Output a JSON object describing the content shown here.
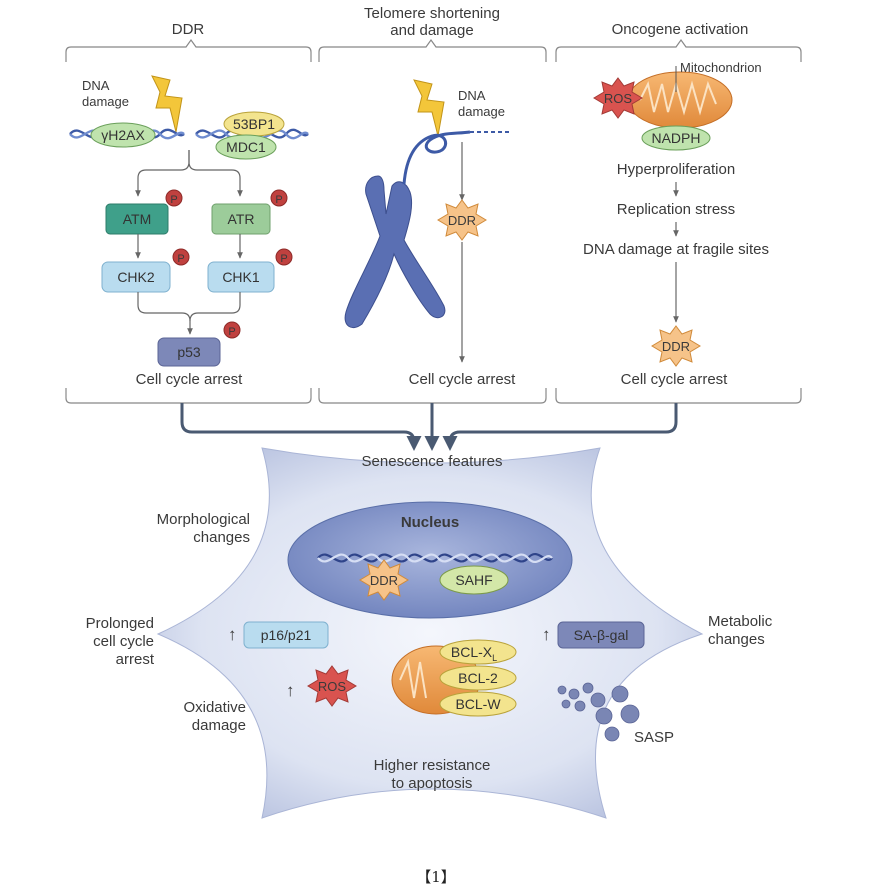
{
  "panels": {
    "ddr": {
      "title": "DDR",
      "dna_damage": [
        "DNA",
        "damage"
      ],
      "nodes": {
        "gh2ax": "γH2AX",
        "bp1": "53BP1",
        "mdc1": "MDC1",
        "atm": "ATM",
        "atr": "ATR",
        "chk2": "CHK2",
        "chk1": "CHK1",
        "p53": "p53"
      },
      "phospho": "P",
      "outcome": "Cell cycle arrest"
    },
    "telomere": {
      "title": [
        "Telomere shortening",
        "and damage"
      ],
      "dna_damage": [
        "DNA",
        "damage"
      ],
      "ddr": "DDR",
      "outcome": "Cell cycle arrest"
    },
    "oncogene": {
      "title": "Oncogene activation",
      "mitochondrion": "Mitochondrion",
      "ros": "ROS",
      "nadph": "NADPH",
      "steps": [
        "Hyperproliferation",
        "Replication stress",
        "DNA damage at fragile sites"
      ],
      "ddr": "DDR",
      "outcome": "Cell cycle arrest"
    }
  },
  "senescence": {
    "title": "Senescence features",
    "nucleus": "Nucleus",
    "ddr": "DDR",
    "sahf": "SAHF",
    "features": {
      "morphological": [
        "Morphological",
        "changes"
      ],
      "prolonged": [
        "Prolonged",
        "cell cycle",
        "arrest"
      ],
      "oxidative": [
        "Oxidative",
        "damage"
      ],
      "metabolic": [
        "Metabolic",
        "changes"
      ],
      "apoptosis": [
        "Higher resistance",
        "to apoptosis"
      ]
    },
    "up_arrow": "↑",
    "p16p21": "p16/p21",
    "ros": "ROS",
    "bcl_xl_base": "BCL-X",
    "bcl_xl_sub": "L",
    "bcl2": "BCL-2",
    "bclw": "BCL-W",
    "sa_bgal": "SA-β-gal",
    "sasp": "SASP"
  },
  "footer": "【1】",
  "colors": {
    "atm": "#3fa08a",
    "atr": "#9ccc9a",
    "chk": "#b9dcef",
    "p53": "#7d88b8",
    "phospho": "#c0413f",
    "ddr_star": "#f6c389",
    "ros": "#d9534f",
    "yellow": "#f3e48e",
    "green_oval": "#bfe3ad",
    "cell": "#c9d2ea",
    "nucleus": "#7f91c6",
    "mito": "#f0a55c",
    "sasp": "#7a86b4",
    "dna": "#3d5aa6"
  }
}
